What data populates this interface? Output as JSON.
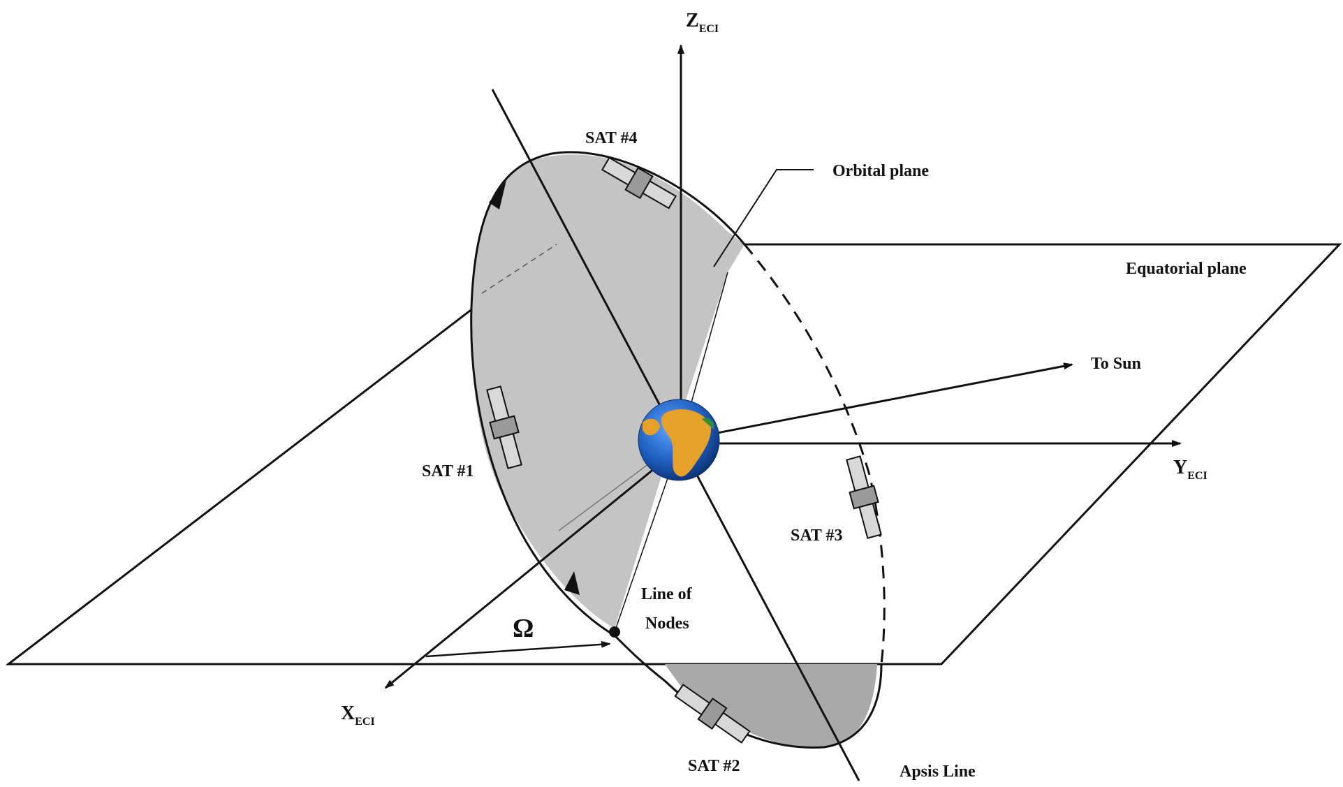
{
  "axes": {
    "z": {
      "main": "Z",
      "sub": "ECI"
    },
    "x": {
      "main": "X",
      "sub": "ECI"
    },
    "y": {
      "main": "Y",
      "sub": "ECI"
    }
  },
  "labels": {
    "orbital_plane": "Orbital plane",
    "equatorial_plane": "Equatorial plane",
    "to_sun": "To Sun",
    "line_of_nodes_1": "Line of",
    "line_of_nodes_2": "Nodes",
    "raan": "Ω",
    "apsis_line": "Apsis Line"
  },
  "satellites": {
    "sat1": "SAT #1",
    "sat2": "SAT #2",
    "sat3": "SAT #3",
    "sat4": "SAT #4"
  },
  "colors": {
    "orbit_fill": "#c4c4c4",
    "line": "#111111",
    "earth_ocean": "#1f5fbf",
    "earth_land": "#e5a12a"
  }
}
